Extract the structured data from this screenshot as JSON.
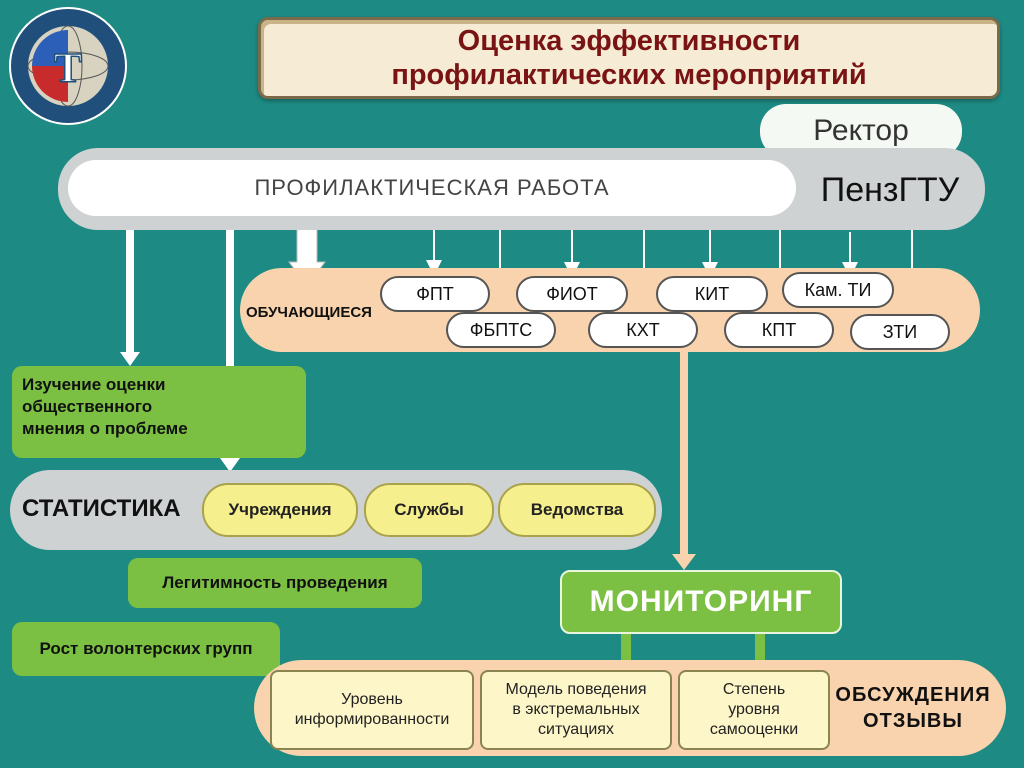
{
  "colors": {
    "background": "#1e8a84",
    "title_text": "#7a1414",
    "green_box": "#7bc042",
    "peach_band": "#f8d3ad",
    "gray_band": "#cfd2d3",
    "yellow_pill": "#f6ef8e"
  },
  "logo": {
    "icon": "university-globe-emblem-icon",
    "letter": "Т"
  },
  "title": {
    "line1": "Оценка эффективности",
    "line2": "профилактических мероприятий"
  },
  "rector": "Ректор",
  "top_band": {
    "prof_work": "ПРОФИЛАКТИЧЕСКАЯ РАБОТА",
    "university": "ПензГТУ"
  },
  "students": {
    "label": "ОБУЧАЮЩИЕСЯ",
    "faculties": [
      "ФПТ",
      "ФИОТ",
      "КИТ",
      "Кам. ТИ",
      "ФБПТС",
      "КХТ",
      "КПТ",
      "ЗТИ"
    ]
  },
  "study": {
    "line1": "Изучение оценки",
    "line2": "общественного",
    "line3": "мнения о проблеме"
  },
  "statistics": {
    "label": "СТАТИСТИКА",
    "items": [
      "Учреждения",
      "Службы",
      "Ведомства"
    ]
  },
  "legitimacy": "Легитимность проведения",
  "volunteers": "Рост волонтерских групп",
  "monitoring": "МОНИТОРИНГ",
  "bottom": {
    "awareness": {
      "line1": "Уровень",
      "line2": "информированности"
    },
    "behavior": {
      "line1": "Модель поведения",
      "line2": "в экстремальных",
      "line3": "ситуациях"
    },
    "self": {
      "line1": "Степень",
      "line2": "уровня",
      "line3": "самооценки"
    },
    "discuss": {
      "line1": "ОБСУЖДЕНИЯ",
      "line2": "ОТЗЫВЫ"
    }
  }
}
